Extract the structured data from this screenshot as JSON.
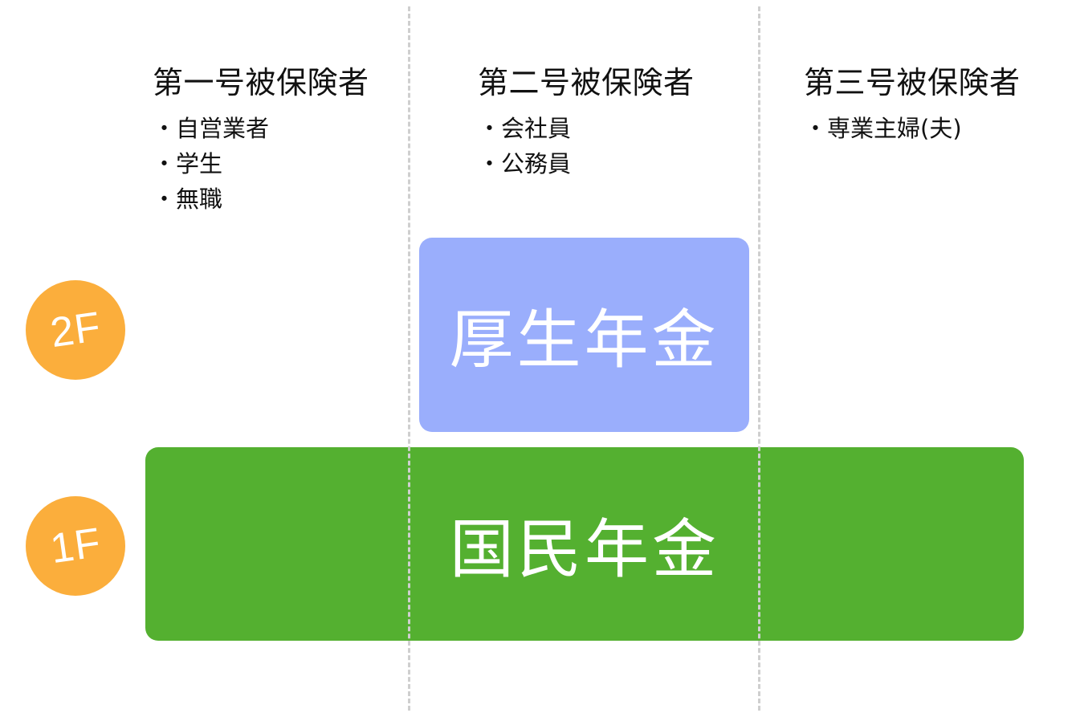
{
  "columns": [
    {
      "title": "第一号被保険者",
      "items": [
        "自営業者",
        "学生",
        "無職"
      ]
    },
    {
      "title": "第二号被保険者",
      "items": [
        "会社員",
        "公務員"
      ]
    },
    {
      "title": "第三号被保険者",
      "items": [
        "専業主婦(夫)"
      ]
    }
  ],
  "floors": {
    "second": {
      "badge": "2F",
      "pension": "厚生年金",
      "color": "#9aaefc"
    },
    "first": {
      "badge": "1F",
      "pension": "国民年金",
      "color": "#54b030"
    }
  },
  "colors": {
    "badge": "#fbae3c",
    "divider": "#cfcfcf",
    "text": "#111111"
  }
}
